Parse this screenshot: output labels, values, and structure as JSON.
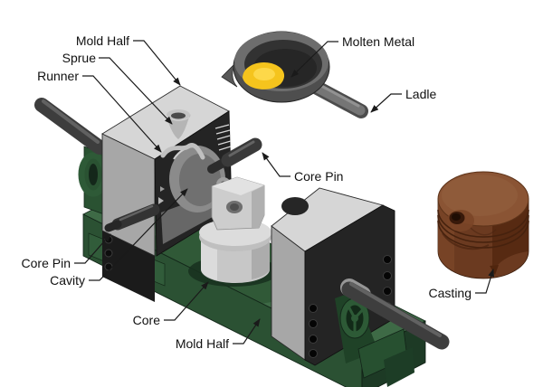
{
  "labels": {
    "mold_half_top": {
      "text": "Mold Half"
    },
    "sprue": {
      "text": "Sprue"
    },
    "runner": {
      "text": "Runner"
    },
    "molten_metal": {
      "text": "Molten Metal"
    },
    "ladle": {
      "text": "Ladle"
    },
    "core_pin_right": {
      "text": "Core Pin"
    },
    "core_pin_left": {
      "text": "Core Pin"
    },
    "cavity": {
      "text": "Cavity"
    },
    "core": {
      "text": "Core"
    },
    "mold_half_bottom": {
      "text": "Mold Half"
    },
    "casting": {
      "text": "Casting"
    }
  },
  "colors": {
    "background": "#ffffff",
    "label_text": "#111111",
    "leader_line": "#1a1a1a",
    "bed_green_top": "#3e6a46",
    "bed_green_front": "#2b5133",
    "bed_green_dark": "#1d3a25",
    "mold_gray_top": "#d6d6d6",
    "mold_gray_side": "#a7a7a7",
    "mold_cut_face": "#242424",
    "core_gray": "#cdcdcd",
    "pin_dark": "#333333",
    "wheel_green": "#2d5a36",
    "ladle_gray": "#4e4e4e",
    "molten_yellow": "#f5c41d",
    "casting_brown": "#6b3a20"
  }
}
